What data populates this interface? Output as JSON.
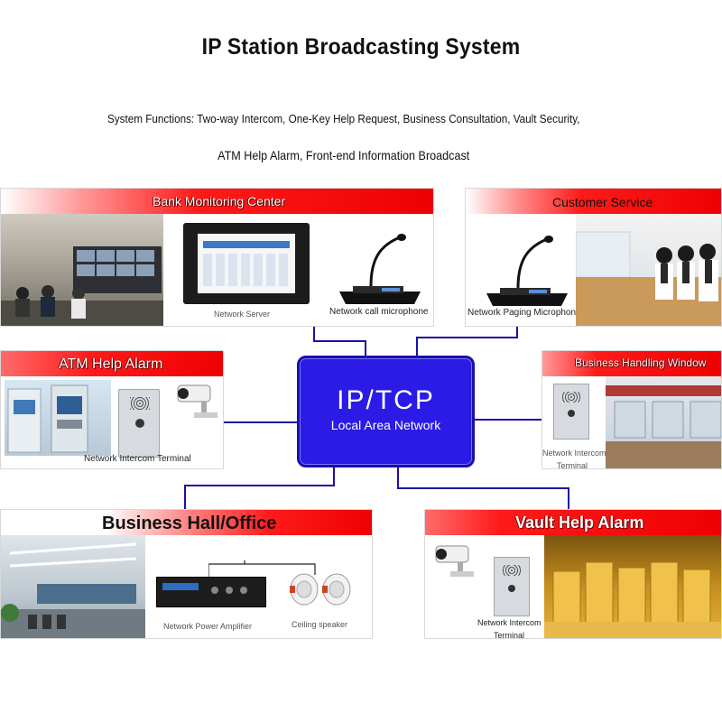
{
  "title": "IP Station Broadcasting System",
  "functions_line1": "System Functions: Two-way Intercom, One-Key Help Request, Business Consultation, Vault Security,",
  "functions_line2": "ATM Help Alarm, Front-end Information Broadcast",
  "center": {
    "title": "IP/TCP",
    "subtitle": "Local Area Network"
  },
  "panels": {
    "bank_monitoring": {
      "title": "Bank Monitoring Center",
      "label_server": "Network Server",
      "label_mic": "Network call microphone"
    },
    "customer_service": {
      "title": "Customer Service",
      "label_mic": "Network Paging Microphone"
    },
    "atm_help": {
      "title": "ATM Help Alarm",
      "label_terminal": "Network Intercom Terminal"
    },
    "business_window": {
      "title": "Business Handling Window",
      "label_terminal_1": "Network Intercom",
      "label_terminal_2": "Terminal"
    },
    "business_hall": {
      "title": "Business Hall/Office",
      "label_amp": "Network Power Amplifier",
      "label_speaker": "Ceiling speaker"
    },
    "vault_help": {
      "title": "Vault Help Alarm",
      "label_terminal_1": "Network Intercom",
      "label_terminal_2": "Terminal"
    }
  },
  "colors": {
    "accent": "#ee0000",
    "network": "#2a1be6",
    "line": "#1a10a8"
  }
}
